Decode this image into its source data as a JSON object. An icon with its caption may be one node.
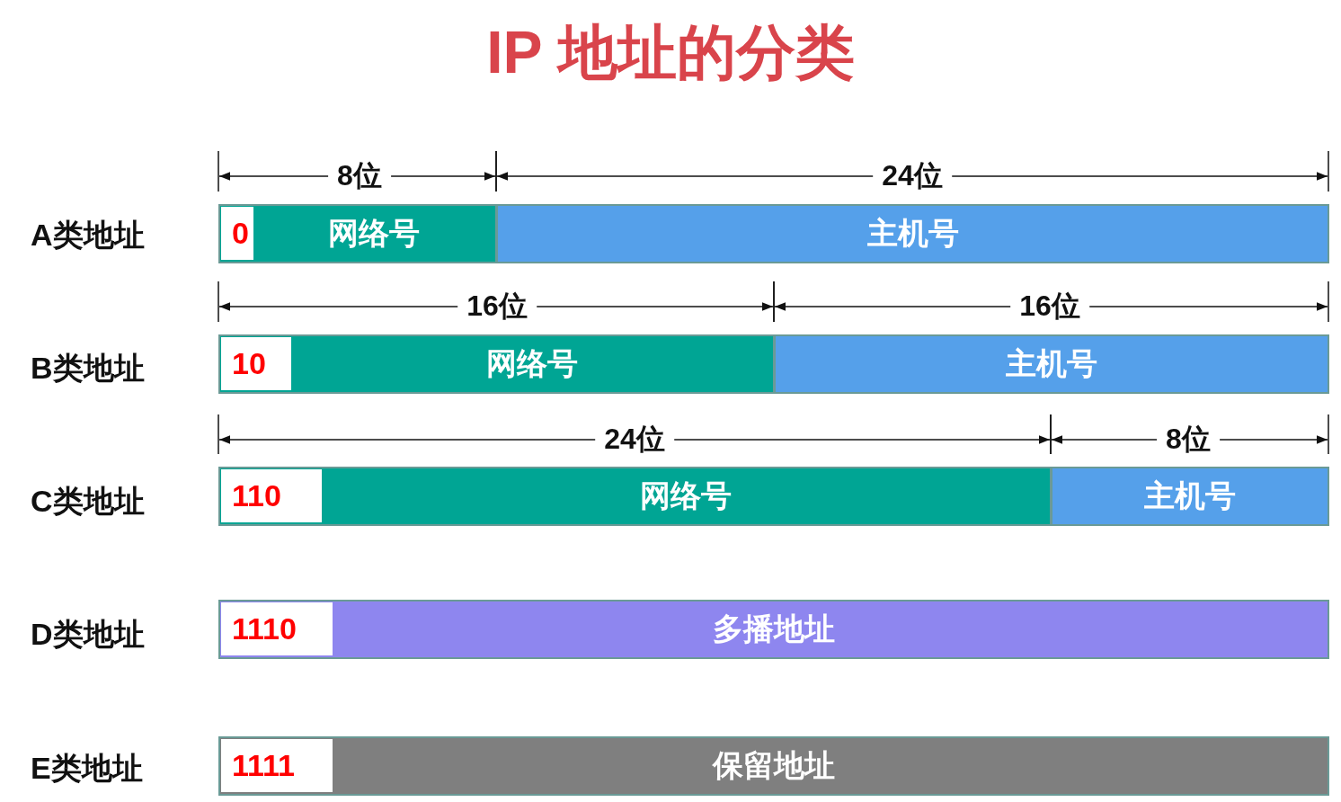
{
  "diagram": {
    "title": "IP 地址的分类",
    "nodes": [
      {
        "text": [
          "网络号"
        ]
      },
      {
        "text": [
          "0"
        ],
        "in": 0
      },
      {
        "text": [
          "主机号"
        ]
      },
      {
        "text": [
          "网络号"
        ]
      },
      {
        "text": [
          "10"
        ],
        "in": 3
      },
      {
        "text": [
          "主机号"
        ]
      },
      {
        "text": [
          "网络号"
        ]
      },
      {
        "text": [
          "110"
        ],
        "in": 6
      },
      {
        "text": [
          "主机号"
        ]
      },
      {
        "text": [
          "多播地址"
        ]
      },
      {
        "text": [
          "1110"
        ],
        "in": 9
      },
      {
        "text": [
          "保留地址"
        ]
      },
      {
        "text": [
          "1111"
        ],
        "in": 11
      }
    ],
    "labels": [
      "8位",
      "24位",
      "A类地址",
      "16位",
      "16位",
      "B类地址",
      "24位",
      "8位",
      "C类地址",
      "D类地址",
      "E类地址"
    ]
  }
}
